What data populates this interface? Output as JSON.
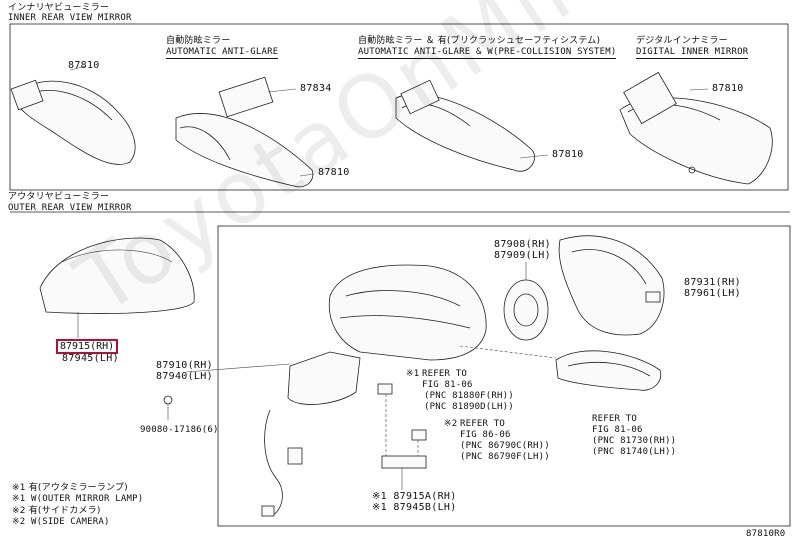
{
  "inner_mirror": {
    "title_jp": "インナリヤビューミラー",
    "title_en": "INNER REAR VIEW MIRROR",
    "part_basic": "87810",
    "auto_label_jp": "自動防眩ミラー",
    "auto_label_en": "AUTOMATIC ANTI-GLARE",
    "auto_part_a": "87834",
    "auto_part_b": "87810",
    "pcs_label_jp": "自動防眩ミラー ＆ 有(プリクラッシュセーフティシステム)",
    "pcs_label_en": "AUTOMATIC ANTI-GLARE & W(PRE-COLLISION SYSTEM)",
    "pcs_part": "87810",
    "digital_label_jp": "デジタルインナミラー",
    "digital_label_en": "DIGITAL INNER MIRROR",
    "digital_part": "87810"
  },
  "outer_mirror": {
    "title_jp": "アウタリヤビューミラー",
    "title_en": "OUTER REAR VIEW MIRROR",
    "cover_part_rh": "87915(RH)",
    "cover_part_lh": "87945(LH)",
    "assy_part_rh": "87910(RH)",
    "assy_part_lh": "87940(LH)",
    "bolt_part": "90080-17186(6)",
    "motor_part_rh": "87908(RH)",
    "motor_part_lh": "87909(LH)",
    "glass_part_rh": "87931(RH)",
    "glass_part_lh": "87961(LH)",
    "note1": {
      "mark": "※1",
      "line1": "REFER TO",
      "line2": "FIG 81-06",
      "line3": "(PNC 81880F(RH))",
      "line4": "(PNC 81890D(LH))"
    },
    "note2": {
      "mark": "※2",
      "line1": "REFER TO",
      "line2": "FIG 86-06",
      "line3": "(PNC 86790C(RH))",
      "line4": "(PNC 86790F(LH))"
    },
    "lamp_ref": {
      "line1": "REFER TO",
      "line2": "FIG 81-06",
      "line3": "(PNC 81730(RH))",
      "line4": "(PNC 81740(LH))"
    },
    "cover_part_b_rh": "※1 87915A(RH)",
    "cover_part_b_lh": "※1 87945B(LH)"
  },
  "legend": [
    "※1 有(アウタミラーランプ)",
    "※1 W(OUTER MIRROR LAMP)",
    "※2 有(サイドカメラ)",
    "※2 W(SIDE CAMERA)"
  ],
  "figure_code": "87810R0",
  "watermark": "ToyotaOnMirror.ru",
  "colors": {
    "highlight": "#b0103a",
    "line": "#222222"
  }
}
